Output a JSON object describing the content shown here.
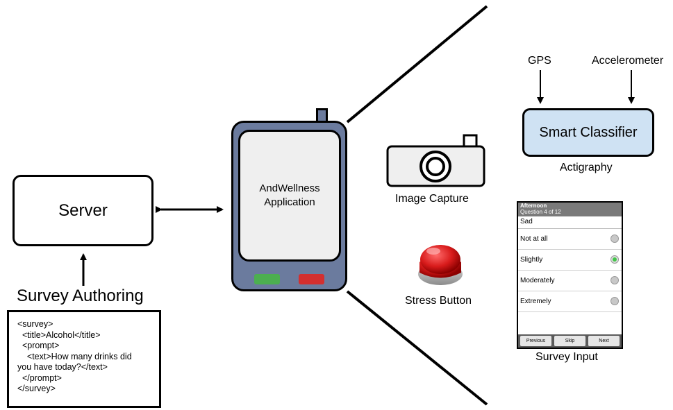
{
  "server": {
    "label": "Server"
  },
  "authoring": {
    "label": "Survey Authoring"
  },
  "code": {
    "text": "<survey>\n  <title>Alcohol</title>\n  <prompt>\n    <text>How many drinks did\nyou have today?</text>\n  </prompt>\n</survey>"
  },
  "phone": {
    "line1": "AndWellness",
    "line2": "Application"
  },
  "image_capture": {
    "label": "Image Capture"
  },
  "stress_button": {
    "label": "Stress Button"
  },
  "sensors": {
    "gps": "GPS",
    "accelerometer": "Accelerometer"
  },
  "classifier": {
    "label": "Smart Classifier",
    "caption": "Actigraphy"
  },
  "survey": {
    "header_line1": "Afternoon",
    "header_line2": "Question 4 of 12",
    "question": "Sad",
    "options": [
      {
        "label": "Not at all",
        "selected": false
      },
      {
        "label": "Slightly",
        "selected": true
      },
      {
        "label": "Moderately",
        "selected": false
      },
      {
        "label": "Extremely",
        "selected": false
      }
    ],
    "buttons": {
      "previous": "Previous",
      "skip": "Skip",
      "next": "Next"
    },
    "caption": "Survey Input"
  },
  "colors": {
    "phone_body": "#6b7b9e",
    "classifier_fill": "#cfe2f3",
    "stress_red": "#d32f2f",
    "phone_green": "#4caf50"
  }
}
